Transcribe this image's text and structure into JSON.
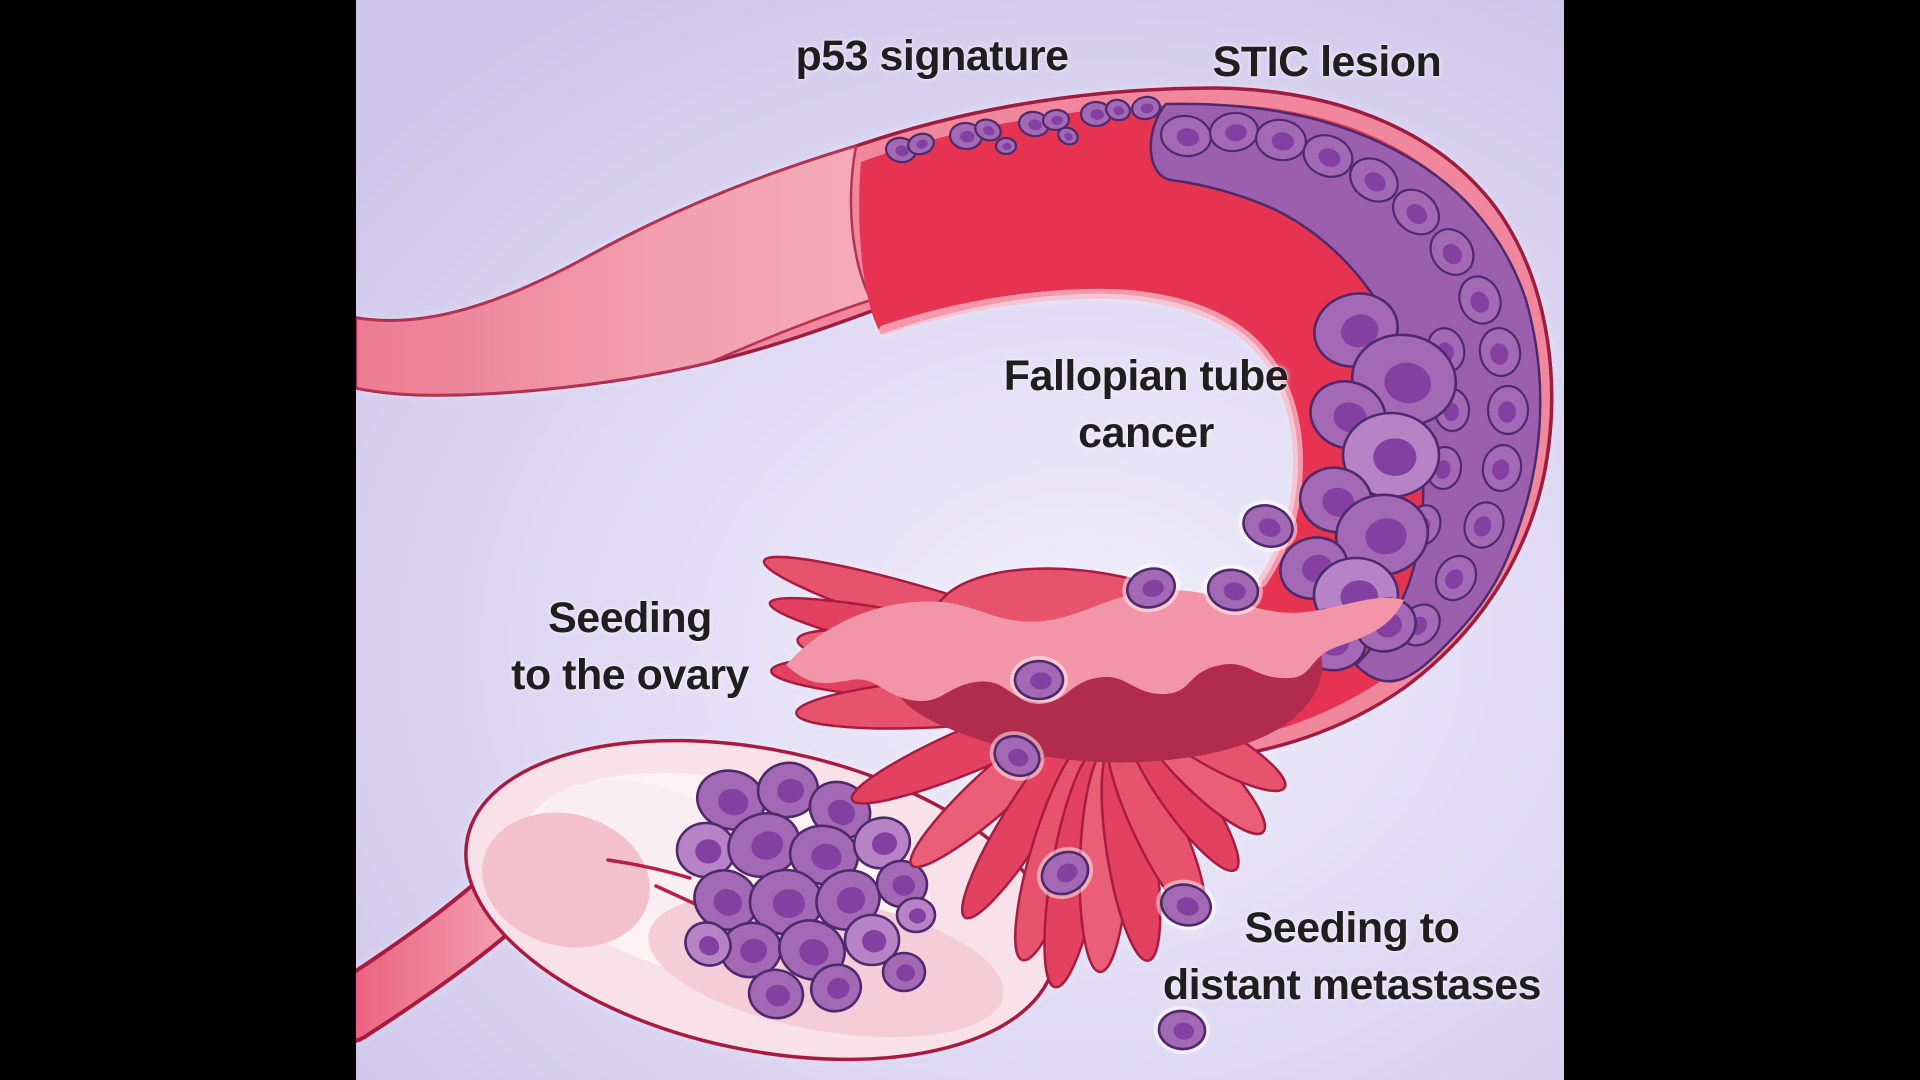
{
  "figure": {
    "type": "medical-illustration",
    "title_note": "Serous carcinogenesis in the fallopian tube: p53 signature to STIC lesion to fallopian tube cancer with seeding to the ovary and distant metastases"
  },
  "labels": {
    "p53": "p53 signature",
    "stic": "STIC lesion",
    "ftc_line1": "Fallopian tube",
    "ftc_line2": "cancer",
    "ovary_line1": "Seeding",
    "ovary_line2": "to the ovary",
    "distant_line1": "Seeding to",
    "distant_line2": "distant metastases"
  },
  "palette": {
    "background_center": "#f1effb",
    "background_edge": "#cfc7eb",
    "sidebar_black": "#000000",
    "tube_pink": "#f0879c",
    "tube_pink_light": "#f4a7b5",
    "tube_outline": "#9e1c40",
    "lumen_red": "#e63351",
    "lumen_red_deep": "#d92845",
    "fimbriae_red": "#e7506b",
    "opening_shadow": "#b12b4c",
    "lining_pink": "#f295a8",
    "cell_purple": "#a469b4",
    "cell_purple_light": "#b782c6",
    "cell_nucleus": "#8440a0",
    "cell_outline": "#4e2a6d",
    "ovary_fill": "#f8e1e8",
    "ovary_light": "#fdf3f6",
    "ovary_shading": "#f4cdd9",
    "ovary_outline": "#a81a40",
    "crack_red": "#b61f49",
    "label_color": "#1f1f1f"
  }
}
